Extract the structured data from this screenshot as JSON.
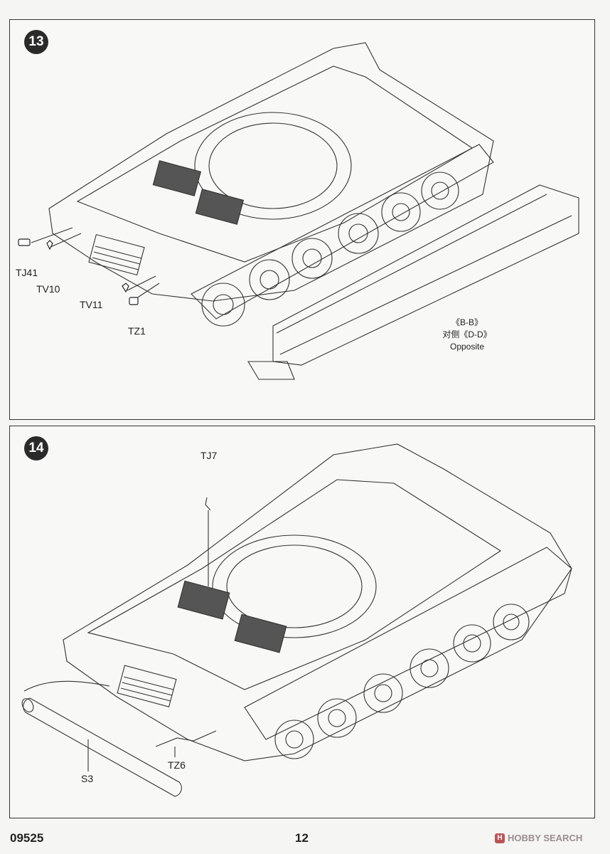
{
  "steps": [
    {
      "number": "13",
      "labels": {
        "tj41": "TJ41",
        "tv10": "TV10",
        "tv11": "TV11",
        "tz1": "TZ1"
      },
      "note": {
        "line1": "《B-B》",
        "line2": "对侧《D-D》",
        "line3": "Opposite"
      }
    },
    {
      "number": "14",
      "labels": {
        "tj7": "TJ7",
        "tz6": "TZ6",
        "s3": "S3"
      }
    }
  ],
  "footer": {
    "code": "09525",
    "page": "12",
    "watermark": "HOBBY SEARCH"
  }
}
